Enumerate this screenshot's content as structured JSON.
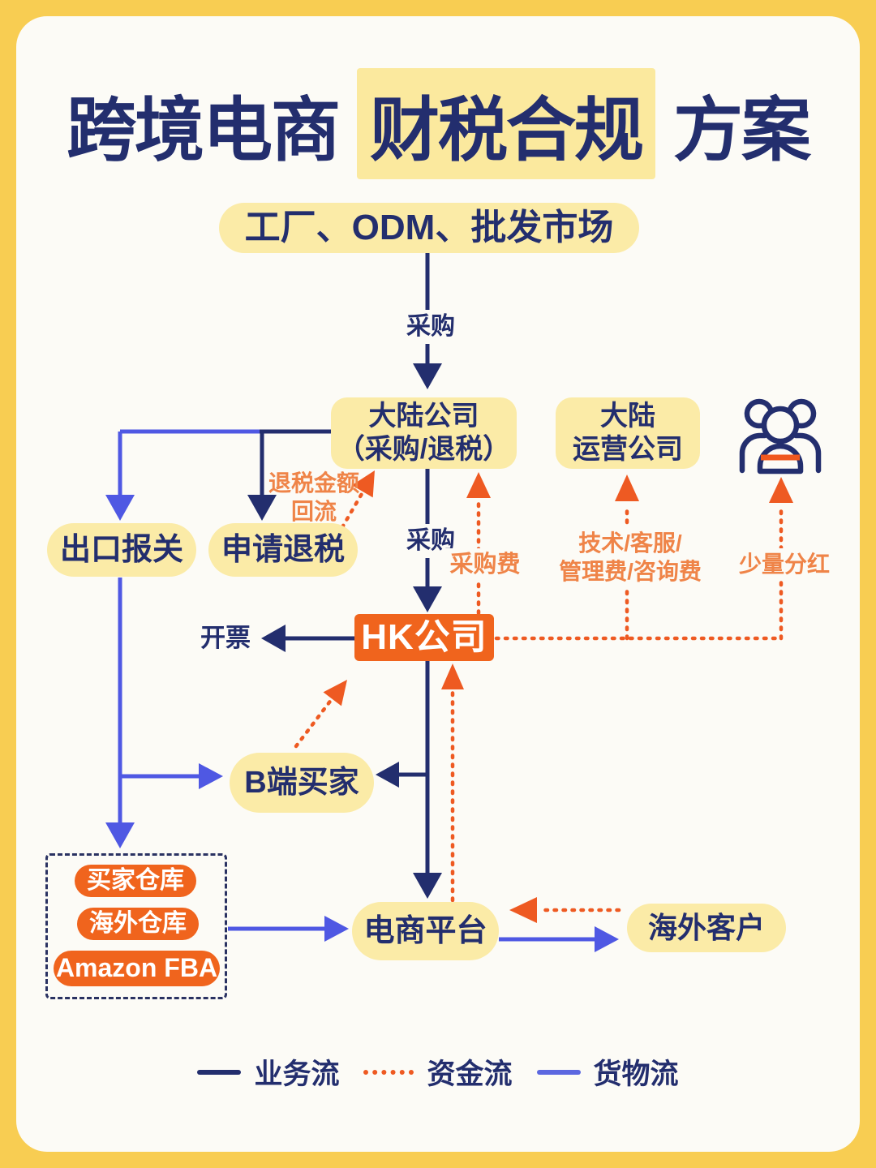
{
  "title": {
    "part1": "跨境电商",
    "highlight": "财税合规",
    "part2": "方案"
  },
  "nodes": {
    "source": "工厂、ODM、批发市场",
    "mainland_company_line1": "大陆公司",
    "mainland_company_line2": "（采购/退税）",
    "mainland_ops_line1": "大陆",
    "mainland_ops_line2": "运营公司",
    "export_customs": "出口报关",
    "apply_tax_refund": "申请退税",
    "hk_company": "HK公司",
    "b_buyers": "B端买家",
    "ecommerce_platform": "电商平台",
    "overseas_customers": "海外客户",
    "buyer_warehouse": "买家仓库",
    "overseas_warehouse": "海外仓库",
    "amazon_fba": "Amazon FBA"
  },
  "labels": {
    "procure_top": "采购",
    "procure_mid": "采购",
    "procure_fee": "采购费",
    "refund_line1": "退税金额",
    "refund_line2": "回流",
    "service_fee_line1": "技术/客服/",
    "service_fee_line2": "管理费/咨询费",
    "dividend": "少量分红",
    "invoice": "开票"
  },
  "legend": [
    {
      "label": "业务流",
      "style": "solid",
      "color": "#232e6e"
    },
    {
      "label": "资金流",
      "style": "dotted",
      "color": "#ee5a22"
    },
    {
      "label": "货物流",
      "style": "solid",
      "color": "#5c68e0"
    }
  ],
  "icons": {
    "people_group": "group-of-three-people"
  },
  "colors": {
    "frame_yellow": "#f8cd52",
    "canvas": "#fcfbf6",
    "navy": "#232e6e",
    "goods_blue": "#4f58e3",
    "orange_accent": "#f0641d",
    "orange_label": "#ef8448",
    "node_yellow": "#fbeba7",
    "title_highlight": "#fbe99e"
  }
}
